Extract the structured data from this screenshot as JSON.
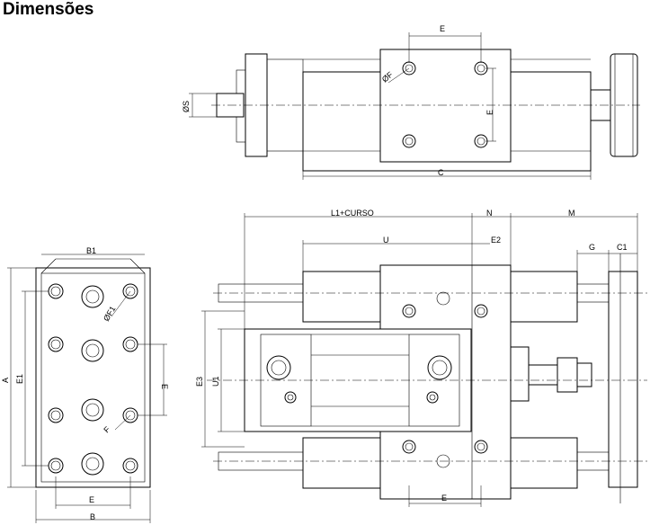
{
  "title": "Dimensões",
  "labels": {
    "top_E": "E",
    "top_phiF": "ØF",
    "top_E_vert": "E",
    "top_phiS": "ØS",
    "top_C": "C",
    "bl_B1": "B1",
    "bl_phiF1": "ØF1",
    "bl_A": "A",
    "bl_E1": "E1",
    "bl_E_vert": "E",
    "bl_F": "F",
    "bl_E": "E",
    "bl_B": "B",
    "br_L1": "L1+CURSO",
    "br_N": "N",
    "br_M": "M",
    "br_U": "U",
    "br_E2": "E2",
    "br_G": "G",
    "br_C1": "C1",
    "br_E3": "E3",
    "br_U1": "U1",
    "br_E": "E"
  }
}
